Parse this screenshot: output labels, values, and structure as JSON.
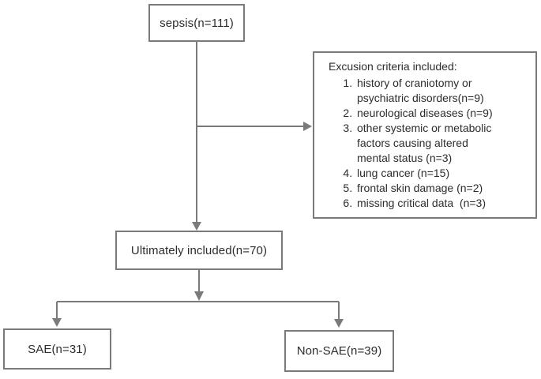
{
  "diagram": {
    "type": "flowchart",
    "colors": {
      "line": "#7a7a7a",
      "box_border": "#7a7a7a",
      "text": "#2d2d2d",
      "background": "#ffffff"
    },
    "nodes": {
      "sepsis": {
        "label": "sepsis(n=111)"
      },
      "exclusion": {
        "title": "Excusion criteria included:",
        "items": [
          "history of craniotomy or psychiatric disorders(n=9)",
          "neurological diseases (n=9)",
          "other systemic or metabolic factors causing altered mental status (n=3)",
          "lung cancer (n=15)",
          "frontal skin damage (n=2)",
          "missing critical data  (n=3)"
        ]
      },
      "included": {
        "label": "Ultimately included(n=70)"
      },
      "sae": {
        "label": "SAE(n=31)"
      },
      "non_sae": {
        "label": "Non-SAE(n=39)"
      }
    },
    "edges": [
      {
        "from": "sepsis",
        "to": "included",
        "arrow": true
      },
      {
        "from": "sepsis",
        "to": "exclusion",
        "arrow": true
      },
      {
        "from": "included",
        "to": "sae",
        "arrow": true
      },
      {
        "from": "included",
        "to": "non_sae",
        "arrow": true
      }
    ]
  }
}
